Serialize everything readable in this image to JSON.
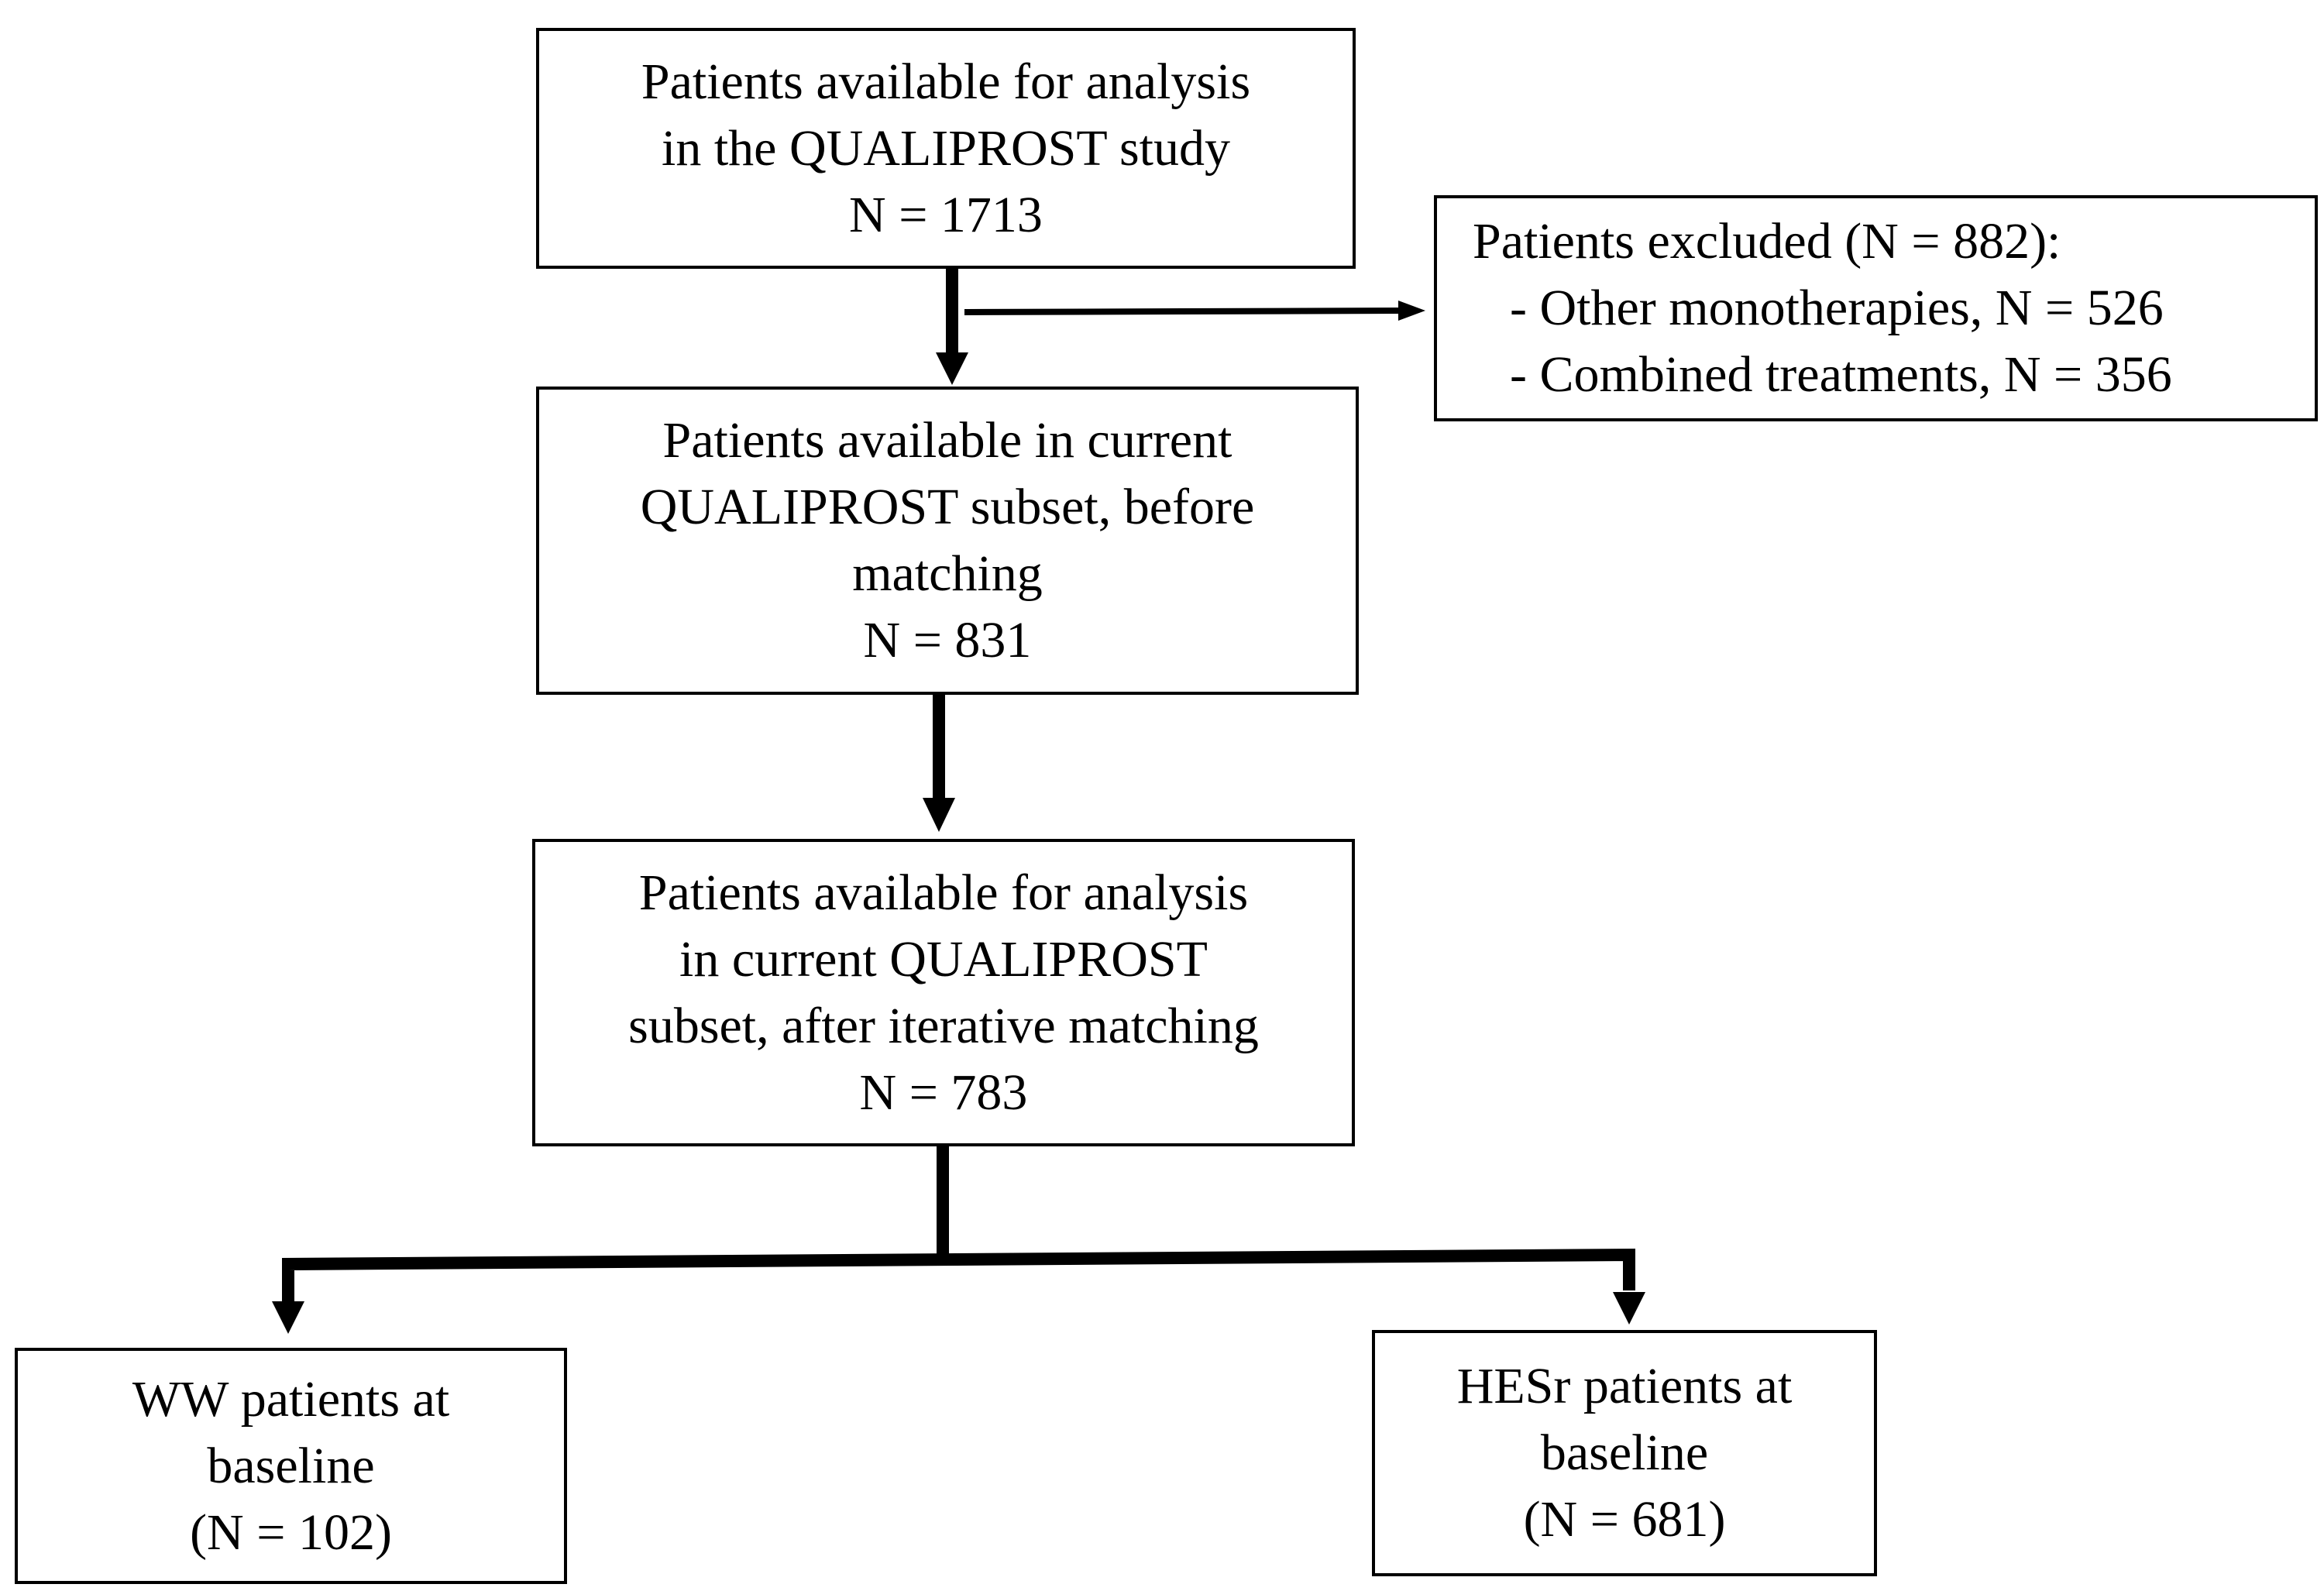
{
  "diagram": {
    "nodes": {
      "available_study": {
        "lines": [
          "Patients available for analysis",
          "in the QUALIPROST study",
          "N = 1713"
        ]
      },
      "excluded": {
        "title": "Patients excluded (N = 882):",
        "items": [
          "- Other monotherapies, N = 526",
          "- Combined treatments, N = 356"
        ]
      },
      "before_matching": {
        "lines": [
          "Patients available in current",
          "QUALIPROST subset, before",
          "matching",
          "N = 831"
        ]
      },
      "after_matching": {
        "lines": [
          "Patients available for analysis",
          "in current QUALIPROST",
          "subset, after iterative matching",
          "N = 783"
        ]
      },
      "ww": {
        "lines": [
          "WW patients at",
          "baseline",
          "(N = 102)"
        ]
      },
      "hesr": {
        "lines": [
          "HESr patients at",
          "baseline",
          "(N = 681)"
        ]
      }
    },
    "edges": [
      {
        "from": "available_study",
        "to": "before_matching"
      },
      {
        "from": "available_study",
        "to": "excluded"
      },
      {
        "from": "before_matching",
        "to": "after_matching"
      },
      {
        "from": "after_matching",
        "to": "ww"
      },
      {
        "from": "after_matching",
        "to": "hesr"
      }
    ],
    "line_color": "#000000"
  }
}
